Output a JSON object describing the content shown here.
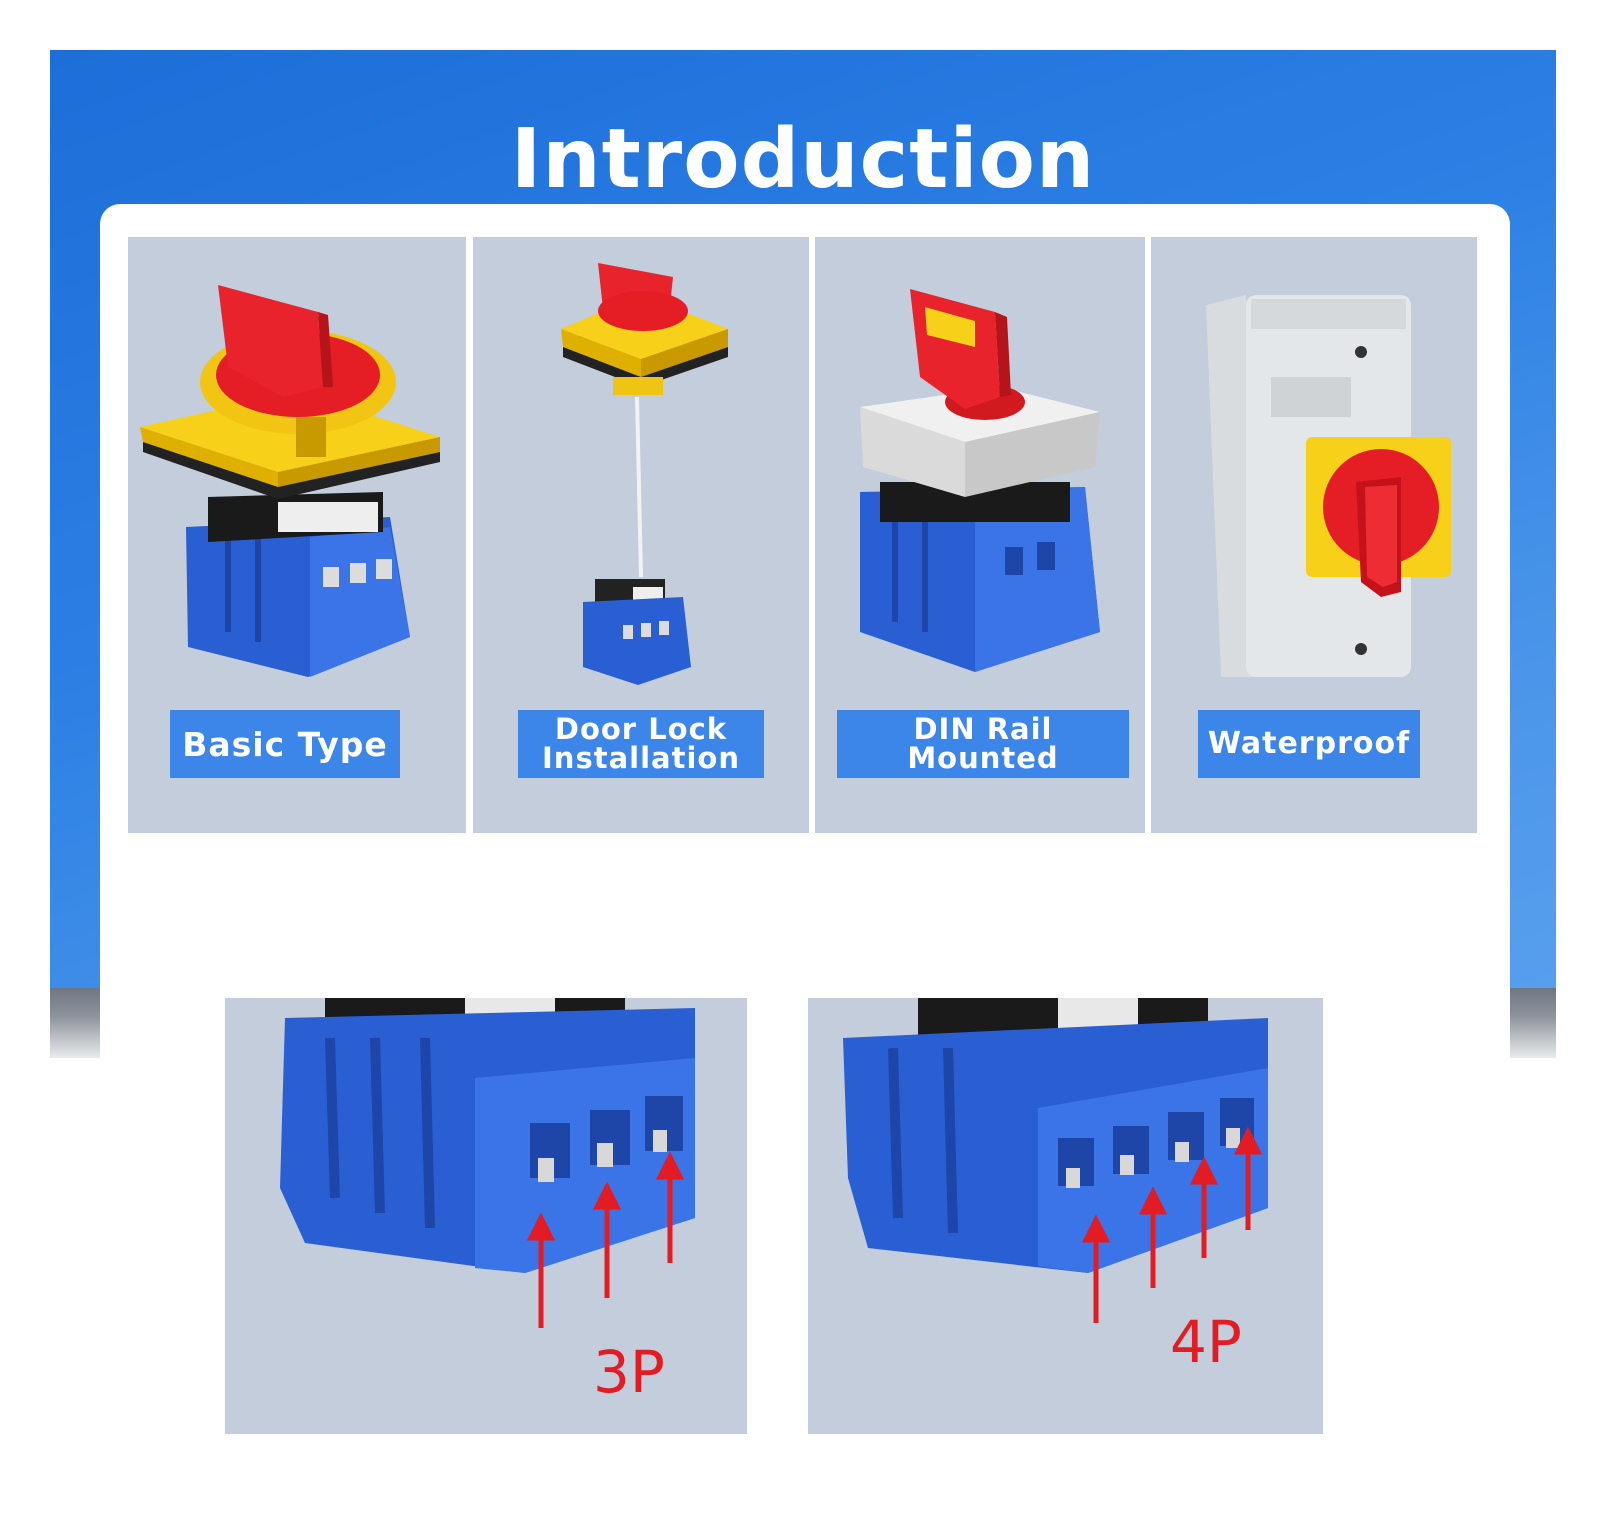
{
  "header": {
    "title": "Introduction"
  },
  "types": [
    {
      "label": "Basic Type"
    },
    {
      "label_line1": "Door Lock",
      "label_line2": "Installation"
    },
    {
      "label": "DIN Rail Mounted"
    },
    {
      "label": "Waterproof"
    }
  ],
  "poles": [
    {
      "label": "3P"
    },
    {
      "label": "4P"
    }
  ],
  "colors": {
    "banner": "#2b7fe4",
    "label_bg": "#3b86e8",
    "panel": "#c3cddb",
    "handle": "#e31b23",
    "lock": "#f5c518",
    "body": "#2f62d6"
  }
}
